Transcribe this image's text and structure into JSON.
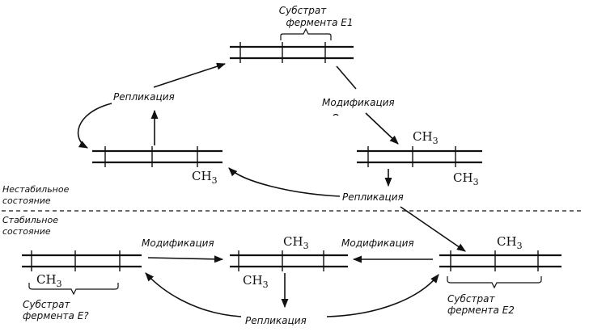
{
  "labels": {
    "substrate_e1_line1": "Субстрат",
    "substrate_e1_line2": "фермента Е1",
    "replication_top_left": "Репликация",
    "modification_top_right": "Модификация",
    "replication_middle": "Репликация",
    "unstable_line1": "Нестабильное",
    "unstable_line2": "состояние",
    "stable_line1": "Стабильное",
    "stable_line2": "состояние",
    "modification_bottom_left": "Модификация",
    "modification_bottom_right": "Модификация",
    "replication_bottom": "Репликация",
    "substrate_e2q_line1": "Субстрат",
    "substrate_e2q_line2": "фермента Е?",
    "substrate_e2_line1": "Субстрат",
    "substrate_e2_line2": "фермента Е2"
  },
  "methyl": {
    "base": "CH",
    "subscript": "3"
  }
}
